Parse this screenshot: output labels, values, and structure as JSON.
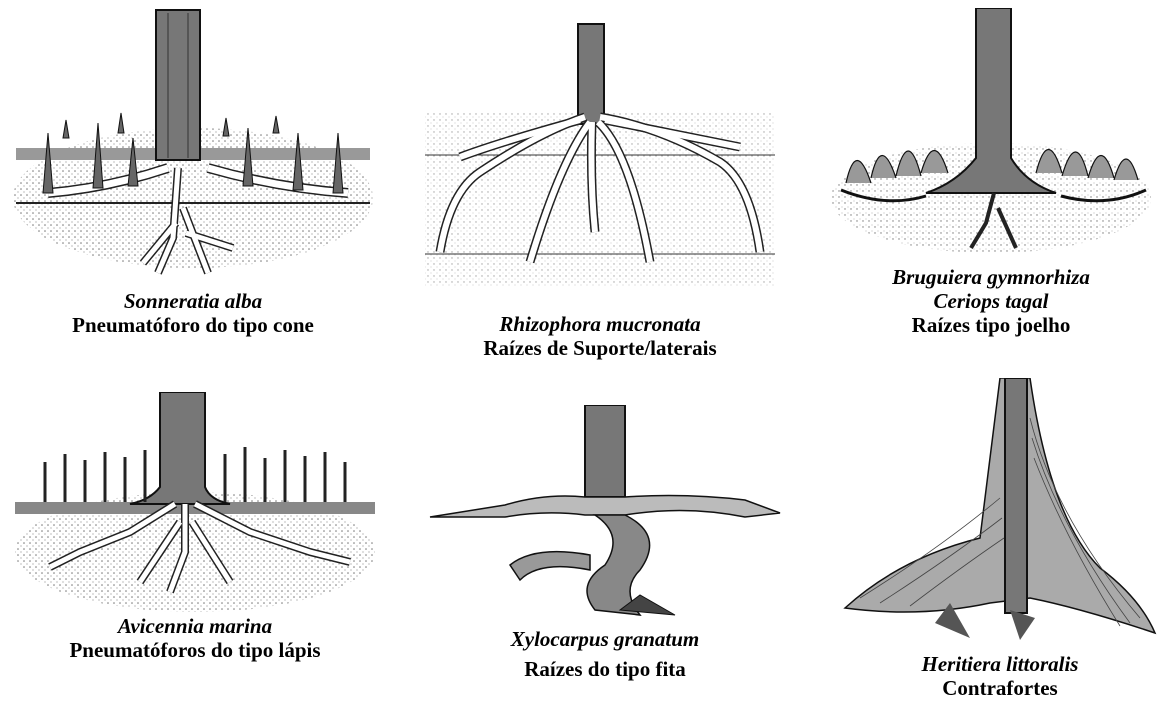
{
  "panels": [
    {
      "species": [
        "Sonneratia alba"
      ],
      "root_type": "Pneumatóforo do tipo cone",
      "illustration": "cone-pneumatophore-roots-icon"
    },
    {
      "species": [
        "Rhizophora mucronata"
      ],
      "root_type": "Raízes de Suporte/laterais",
      "illustration": "stilt-prop-roots-icon"
    },
    {
      "species": [
        "Bruguiera gymnorhiza",
        "Ceriops tagal"
      ],
      "root_type": "Raízes tipo joelho",
      "illustration": "knee-roots-icon"
    },
    {
      "species": [
        "Avicennia marina"
      ],
      "root_type": "Pneumatóforos do tipo lápis",
      "illustration": "pencil-pneumatophore-roots-icon"
    },
    {
      "species": [
        "Xylocarpus granatum"
      ],
      "root_type": "Raízes do tipo fita",
      "illustration": "ribbon-roots-icon"
    },
    {
      "species": [
        "Heritiera littoralis"
      ],
      "root_type": "Contrafortes",
      "illustration": "buttress-roots-icon"
    }
  ]
}
